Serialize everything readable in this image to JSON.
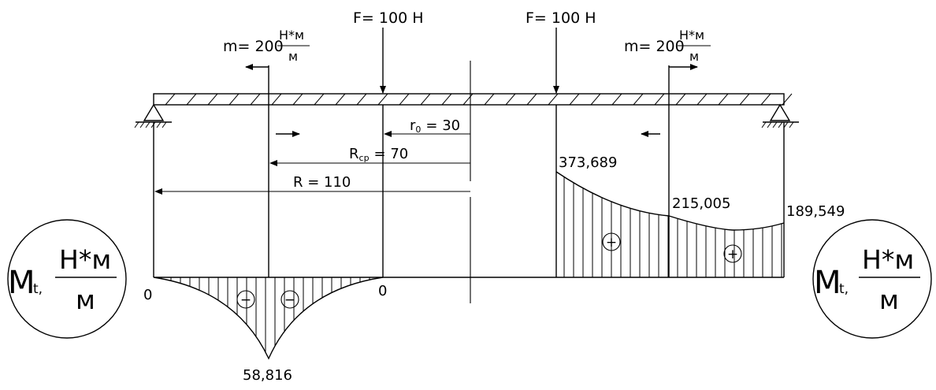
{
  "loads": {
    "force_left": "F= 100 H",
    "force_right": "F= 100 H",
    "moment_left_prefix": "m= 200",
    "moment_left_num": "H*м",
    "moment_left_den": "м",
    "moment_right_prefix": "m= 200",
    "moment_right_num": "H*м",
    "moment_right_den": "м"
  },
  "dimensions": {
    "r0_label": "r",
    "r0_sub": "0",
    "r0_value": "= 30",
    "rcp_label": "R",
    "rcp_sub": "cp",
    "rcp_value": "= 70",
    "r_label": "R = 110"
  },
  "diagram_values": {
    "neg_left_zero": "0",
    "neg_right_zero": "0",
    "neg_peak": "58,816",
    "pos_start": "373,689",
    "pos_mid": "215,005",
    "pos_end": "189,549",
    "neg_sign": "−",
    "pos_sign": "+"
  },
  "axis_label": {
    "main": "M",
    "sub": "t,",
    "num": "H*м",
    "den": "м"
  }
}
